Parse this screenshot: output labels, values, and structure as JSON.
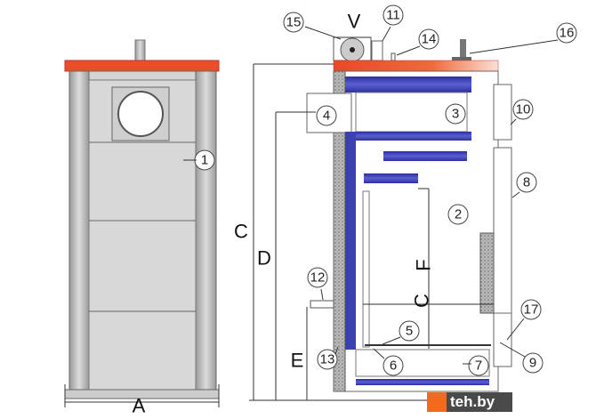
{
  "colors": {
    "top_plate": "#e8502a",
    "water_jacket": "#3b3fb0",
    "body": "#c9c9c9"
  },
  "dimensions": {
    "A": "A",
    "C": "C",
    "D": "D",
    "E": "E",
    "F": "F",
    "V": "V",
    "CF_C": "C",
    "CF_F": "F"
  },
  "callouts": [
    "1",
    "2",
    "3",
    "4",
    "5",
    "6",
    "7",
    "8",
    "9",
    "10",
    "11",
    "12",
    "13",
    "14",
    "15",
    "16",
    "17"
  ],
  "watermark": "teh.by"
}
